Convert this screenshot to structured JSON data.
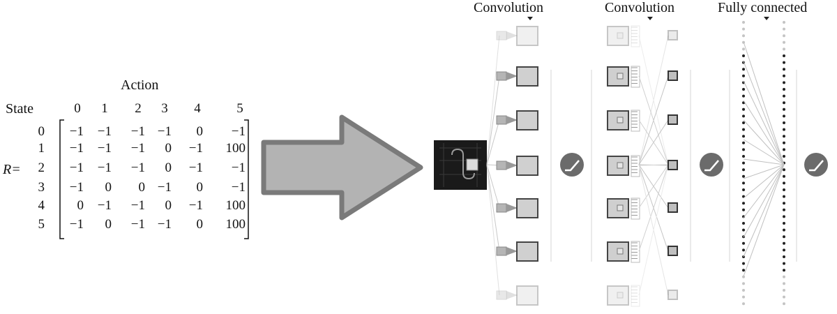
{
  "matrix": {
    "action_label": "Action",
    "state_label": "State",
    "r_label": "R=",
    "columns": [
      "0",
      "1",
      "2",
      "3",
      "4",
      "5"
    ],
    "rows": [
      "0",
      "1",
      "2",
      "3",
      "4",
      "5"
    ],
    "values": [
      [
        "−1",
        "−1",
        "−1",
        "−1",
        "0",
        "−1"
      ],
      [
        "−1",
        "−1",
        "−1",
        "0",
        "−1",
        "100"
      ],
      [
        "−1",
        "−1",
        "−1",
        "0",
        "−1",
        "−1"
      ],
      [
        "−1",
        "0",
        "0",
        "−1",
        "0",
        "−1"
      ],
      [
        "0",
        "−1",
        "−1",
        "0",
        "−1",
        "100"
      ],
      [
        "−1",
        "0",
        "−1",
        "−1",
        "0",
        "100"
      ]
    ]
  },
  "network": {
    "layers": [
      {
        "label": "Convolution"
      },
      {
        "label": "Convolution"
      },
      {
        "label": "Fully connected"
      }
    ],
    "activation_icon": "relu-icon",
    "input_icon": "game-screen-icon",
    "arrow_icon": "right-arrow-icon",
    "colors": {
      "arrow_fill": "#b3b3b3",
      "arrow_stroke": "#7a7a7a",
      "activation": "#6b6b6b",
      "input_bg": "#1a1a1a"
    }
  }
}
